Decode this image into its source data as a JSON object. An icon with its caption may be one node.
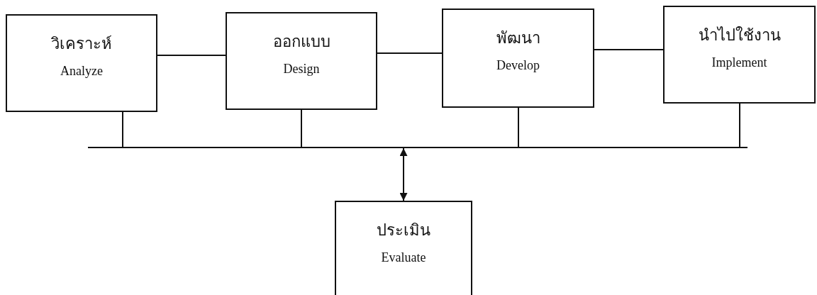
{
  "diagram": {
    "nodes": [
      {
        "text": [
          "วิเคราะห์",
          "Analyze"
        ]
      },
      {
        "text": [
          "ออกแบบ",
          "Design"
        ]
      },
      {
        "text": [
          "พัฒนา",
          "Develop"
        ]
      },
      {
        "text": [
          "นำไปใช้งาน",
          "Implement"
        ]
      },
      {
        "text": [],
        "shape": "bar"
      },
      {
        "text": [
          "ประเมิน",
          "Evaluate"
        ]
      }
    ],
    "edges": [
      {
        "from": 0,
        "to": 1,
        "arrow": "none"
      },
      {
        "from": 1,
        "to": 2,
        "arrow": "none"
      },
      {
        "from": 2,
        "to": 3,
        "arrow": "none"
      },
      {
        "from": 0,
        "to": 4,
        "arrow": "none"
      },
      {
        "from": 1,
        "to": 4,
        "arrow": "none"
      },
      {
        "from": 2,
        "to": 4,
        "arrow": "none"
      },
      {
        "from": 3,
        "to": 4,
        "arrow": "none"
      },
      {
        "from": 4,
        "to": 5,
        "arrow": "both"
      }
    ]
  }
}
